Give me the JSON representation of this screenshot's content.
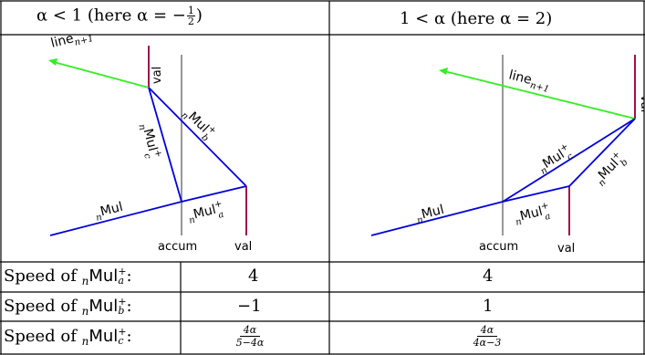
{
  "headers": {
    "left": {
      "prefix": "α < 1 (here α = −",
      "frac_num": "1",
      "frac_den": "2",
      "suffix": ")"
    },
    "right": "1 < α (here α = 2)"
  },
  "diagram": {
    "labels": {
      "line_n_plus_1": "line",
      "line_subscript": "n+1",
      "val": "val",
      "accum": "accum",
      "mul_prefix": "n",
      "mul": "Mul",
      "mul_plus": "+",
      "sub_a": "a",
      "sub_b": "b",
      "sub_c": "c"
    },
    "colors": {
      "green_line": "#33ee22",
      "blue_line": "#0000dd",
      "val_bar": "#a0104a",
      "accum_bar": "#777777",
      "grid": "#000000"
    }
  },
  "rows": [
    {
      "label_prefix": "Speed of ",
      "sub": "n",
      "mul": "Mul",
      "sup": "+",
      "letter": "a",
      "left": "4",
      "right": "4"
    },
    {
      "label_prefix": "Speed of ",
      "sub": "n",
      "mul": "Mul",
      "sup": "+",
      "letter": "b",
      "left": "−1",
      "right": "1"
    },
    {
      "label_prefix": "Speed of ",
      "sub": "n",
      "mul": "Mul",
      "sup": "+",
      "letter": "c",
      "left_num": "4α",
      "left_den": "5−4α",
      "right_num": "4α",
      "right_den": "4α−3"
    }
  ]
}
